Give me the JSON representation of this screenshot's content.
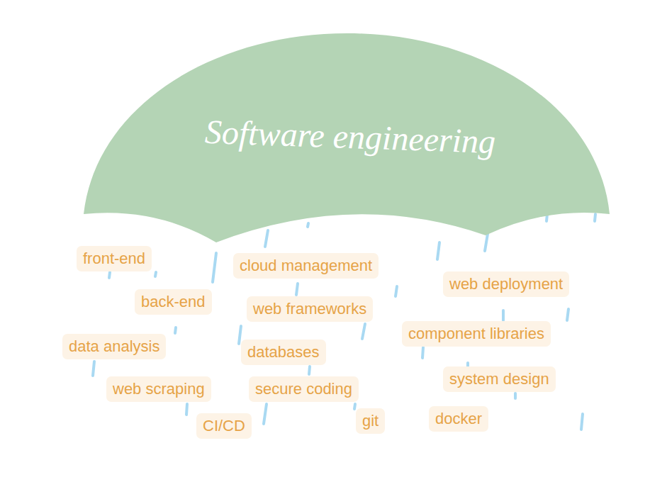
{
  "diagram": {
    "title": "Software engineering",
    "nodes": [
      {
        "text": [
          "front-end"
        ]
      },
      {
        "text": [
          "cloud management"
        ]
      },
      {
        "text": [
          "web deployment"
        ]
      },
      {
        "text": [
          "back-end"
        ]
      },
      {
        "text": [
          "web frameworks"
        ]
      },
      {
        "text": [
          "component libraries"
        ]
      },
      {
        "text": [
          "data analysis"
        ]
      },
      {
        "text": [
          "databases"
        ]
      },
      {
        "text": [
          "system design"
        ]
      },
      {
        "text": [
          "web scraping"
        ]
      },
      {
        "text": [
          "secure coding"
        ]
      },
      {
        "text": [
          "docker"
        ]
      },
      {
        "text": [
          "CI/CD"
        ]
      },
      {
        "text": [
          "git"
        ]
      }
    ]
  }
}
